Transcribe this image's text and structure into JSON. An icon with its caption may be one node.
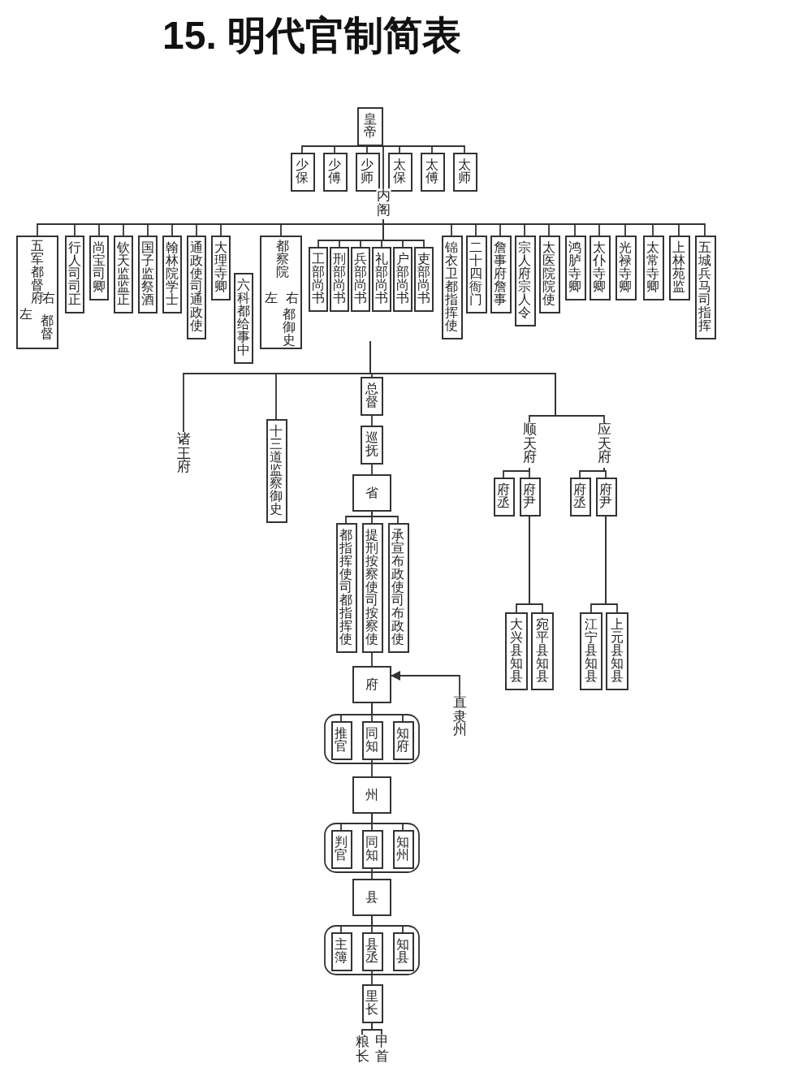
{
  "diagram": {
    "title": "15. 明代官制简表",
    "nodes": [
      {
        "text": [
          "皇帝"
        ]
      },
      {
        "text": [
          "少保"
        ]
      },
      {
        "text": [
          "少傅"
        ]
      },
      {
        "text": [
          "少师"
        ]
      },
      {
        "text": [
          "太保"
        ]
      },
      {
        "text": [
          "太傅"
        ]
      },
      {
        "text": [
          "太师"
        ]
      },
      {
        "text": [
          "内阁"
        ]
      },
      {
        "text": [
          "五军都督府",
          "左",
          "右",
          "都督"
        ]
      },
      {
        "text": [
          "行人司司正"
        ]
      },
      {
        "text": [
          "尚宝司卿"
        ]
      },
      {
        "text": [
          "钦天监监正"
        ]
      },
      {
        "text": [
          "国子监祭酒"
        ]
      },
      {
        "text": [
          "翰林院学士"
        ]
      },
      {
        "text": [
          "通政使司通政使"
        ]
      },
      {
        "text": [
          "大理寺卿"
        ]
      },
      {
        "text": [
          "六科都给事中"
        ]
      },
      {
        "text": [
          "都察院",
          "左",
          "右",
          "都御史"
        ]
      },
      {
        "text": [
          "工部尚书"
        ]
      },
      {
        "text": [
          "刑部尚书"
        ]
      },
      {
        "text": [
          "兵部尚书"
        ]
      },
      {
        "text": [
          "礼部尚书"
        ]
      },
      {
        "text": [
          "户部尚书"
        ]
      },
      {
        "text": [
          "吏部尚书"
        ]
      },
      {
        "text": [
          "锦衣卫都指挥使"
        ]
      },
      {
        "text": [
          "二十四衙门"
        ]
      },
      {
        "text": [
          "詹事府詹事"
        ]
      },
      {
        "text": [
          "宗人府宗人令"
        ]
      },
      {
        "text": [
          "太医院院使"
        ]
      },
      {
        "text": [
          "鸿胪寺卿"
        ]
      },
      {
        "text": [
          "太仆寺卿"
        ]
      },
      {
        "text": [
          "光禄寺卿"
        ]
      },
      {
        "text": [
          "太常寺卿"
        ]
      },
      {
        "text": [
          "上林苑监"
        ]
      },
      {
        "text": [
          "五城兵马司指挥"
        ]
      },
      {
        "text": [
          "诸王府"
        ]
      },
      {
        "text": [
          "十三道监察御史"
        ]
      },
      {
        "text": [
          "总督"
        ]
      },
      {
        "text": [
          "巡抚"
        ]
      },
      {
        "text": [
          "省"
        ]
      },
      {
        "text": [
          "都指挥使司都指挥使"
        ]
      },
      {
        "text": [
          "提刑按察使司按察使"
        ]
      },
      {
        "text": [
          "承宣布政使司布政使"
        ]
      },
      {
        "text": [
          "府"
        ]
      },
      {
        "text": [
          "推官"
        ]
      },
      {
        "text": [
          "同知"
        ]
      },
      {
        "text": [
          "知府"
        ]
      },
      {
        "text": [
          "州"
        ]
      },
      {
        "text": [
          "判官"
        ]
      },
      {
        "text": [
          "同知"
        ]
      },
      {
        "text": [
          "知州"
        ]
      },
      {
        "text": [
          "县"
        ]
      },
      {
        "text": [
          "主簿"
        ]
      },
      {
        "text": [
          "县丞"
        ]
      },
      {
        "text": [
          "知县"
        ]
      },
      {
        "text": [
          "里长"
        ]
      },
      {
        "text": [
          "粮长"
        ]
      },
      {
        "text": [
          "甲首"
        ]
      },
      {
        "text": [
          "顺天府"
        ]
      },
      {
        "text": [
          "府丞"
        ]
      },
      {
        "text": [
          "府尹"
        ]
      },
      {
        "text": [
          "应天府"
        ]
      },
      {
        "text": [
          "府丞"
        ]
      },
      {
        "text": [
          "府尹"
        ]
      },
      {
        "text": [
          "大兴县知县"
        ]
      },
      {
        "text": [
          "宛平县知县"
        ]
      },
      {
        "text": [
          "江宁县知县"
        ]
      },
      {
        "text": [
          "上元县知县"
        ]
      },
      {
        "text": [
          "直隶州"
        ]
      }
    ],
    "edges": [
      {
        "from": 0,
        "to": 1,
        "arrow": "none"
      },
      {
        "from": 0,
        "to": 2,
        "arrow": "none"
      },
      {
        "from": 0,
        "to": 3,
        "arrow": "none"
      },
      {
        "from": 0,
        "to": 4,
        "arrow": "none"
      },
      {
        "from": 0,
        "to": 5,
        "arrow": "none"
      },
      {
        "from": 0,
        "to": 6,
        "arrow": "none"
      },
      {
        "from": 0,
        "to": 7,
        "arrow": "none"
      },
      {
        "from": 7,
        "to": 8,
        "arrow": "none"
      },
      {
        "from": 7,
        "to": 9,
        "arrow": "none"
      },
      {
        "from": 7,
        "to": 10,
        "arrow": "none"
      },
      {
        "from": 7,
        "to": 11,
        "arrow": "none"
      },
      {
        "from": 7,
        "to": 12,
        "arrow": "none"
      },
      {
        "from": 7,
        "to": 13,
        "arrow": "none"
      },
      {
        "from": 7,
        "to": 14,
        "arrow": "none"
      },
      {
        "from": 7,
        "to": 15,
        "arrow": "none"
      },
      {
        "from": 7,
        "to": 17,
        "arrow": "none"
      },
      {
        "from": 7,
        "to": 18,
        "arrow": "none"
      },
      {
        "from": 7,
        "to": 19,
        "arrow": "none"
      },
      {
        "from": 7,
        "to": 20,
        "arrow": "none"
      },
      {
        "from": 7,
        "to": 21,
        "arrow": "none"
      },
      {
        "from": 7,
        "to": 22,
        "arrow": "none"
      },
      {
        "from": 7,
        "to": 23,
        "arrow": "none"
      },
      {
        "from": 7,
        "to": 24,
        "arrow": "none"
      },
      {
        "from": 7,
        "to": 25,
        "arrow": "none"
      },
      {
        "from": 7,
        "to": 26,
        "arrow": "none"
      },
      {
        "from": 7,
        "to": 27,
        "arrow": "none"
      },
      {
        "from": 7,
        "to": 28,
        "arrow": "none"
      },
      {
        "from": 7,
        "to": 29,
        "arrow": "none"
      },
      {
        "from": 7,
        "to": 30,
        "arrow": "none"
      },
      {
        "from": 7,
        "to": 31,
        "arrow": "none"
      },
      {
        "from": 7,
        "to": 32,
        "arrow": "none"
      },
      {
        "from": 7,
        "to": 33,
        "arrow": "none"
      },
      {
        "from": 7,
        "to": 34,
        "arrow": "none"
      },
      {
        "from": null,
        "to": 35,
        "arrow": "none"
      },
      {
        "from": null,
        "to": 36,
        "arrow": "none"
      },
      {
        "from": null,
        "to": 37,
        "arrow": "none"
      },
      {
        "from": null,
        "to": 58,
        "arrow": "none"
      },
      {
        "from": null,
        "to": 61,
        "arrow": "none"
      },
      {
        "from": 37,
        "to": 38,
        "arrow": "none"
      },
      {
        "from": 38,
        "to": 39,
        "arrow": "none"
      },
      {
        "from": 39,
        "to": 40,
        "arrow": "none"
      },
      {
        "from": 39,
        "to": 41,
        "arrow": "none"
      },
      {
        "from": 39,
        "to": 42,
        "arrow": "none"
      },
      {
        "from": 41,
        "to": 43,
        "arrow": "none"
      },
      {
        "from": 43,
        "to": 44,
        "arrow": "none"
      },
      {
        "from": 43,
        "to": 45,
        "arrow": "none"
      },
      {
        "from": 43,
        "to": 46,
        "arrow": "none"
      },
      {
        "from": 45,
        "to": 47,
        "arrow": "none"
      },
      {
        "from": 47,
        "to": 48,
        "arrow": "none"
      },
      {
        "from": 47,
        "to": 49,
        "arrow": "none"
      },
      {
        "from": 47,
        "to": 50,
        "arrow": "none"
      },
      {
        "from": 49,
        "to": 51,
        "arrow": "none"
      },
      {
        "from": 51,
        "to": 52,
        "arrow": "none"
      },
      {
        "from": 51,
        "to": 53,
        "arrow": "none"
      },
      {
        "from": 51,
        "to": 54,
        "arrow": "none"
      },
      {
        "from": 53,
        "to": 55,
        "arrow": "none"
      },
      {
        "from": 55,
        "to": 56,
        "arrow": "none"
      },
      {
        "from": 55,
        "to": 57,
        "arrow": "none"
      },
      {
        "from": 58,
        "to": 59,
        "arrow": "none"
      },
      {
        "from": 58,
        "to": 60,
        "arrow": "none"
      },
      {
        "from": 61,
        "to": 62,
        "arrow": "none"
      },
      {
        "from": 61,
        "to": 63,
        "arrow": "none"
      },
      {
        "from": 60,
        "to": 64,
        "arrow": "none"
      },
      {
        "from": 60,
        "to": 65,
        "arrow": "none"
      },
      {
        "from": 63,
        "to": 66,
        "arrow": "none"
      },
      {
        "from": 63,
        "to": 67,
        "arrow": "none"
      },
      {
        "from": 68,
        "to": 43,
        "arrow": "to"
      }
    ]
  }
}
